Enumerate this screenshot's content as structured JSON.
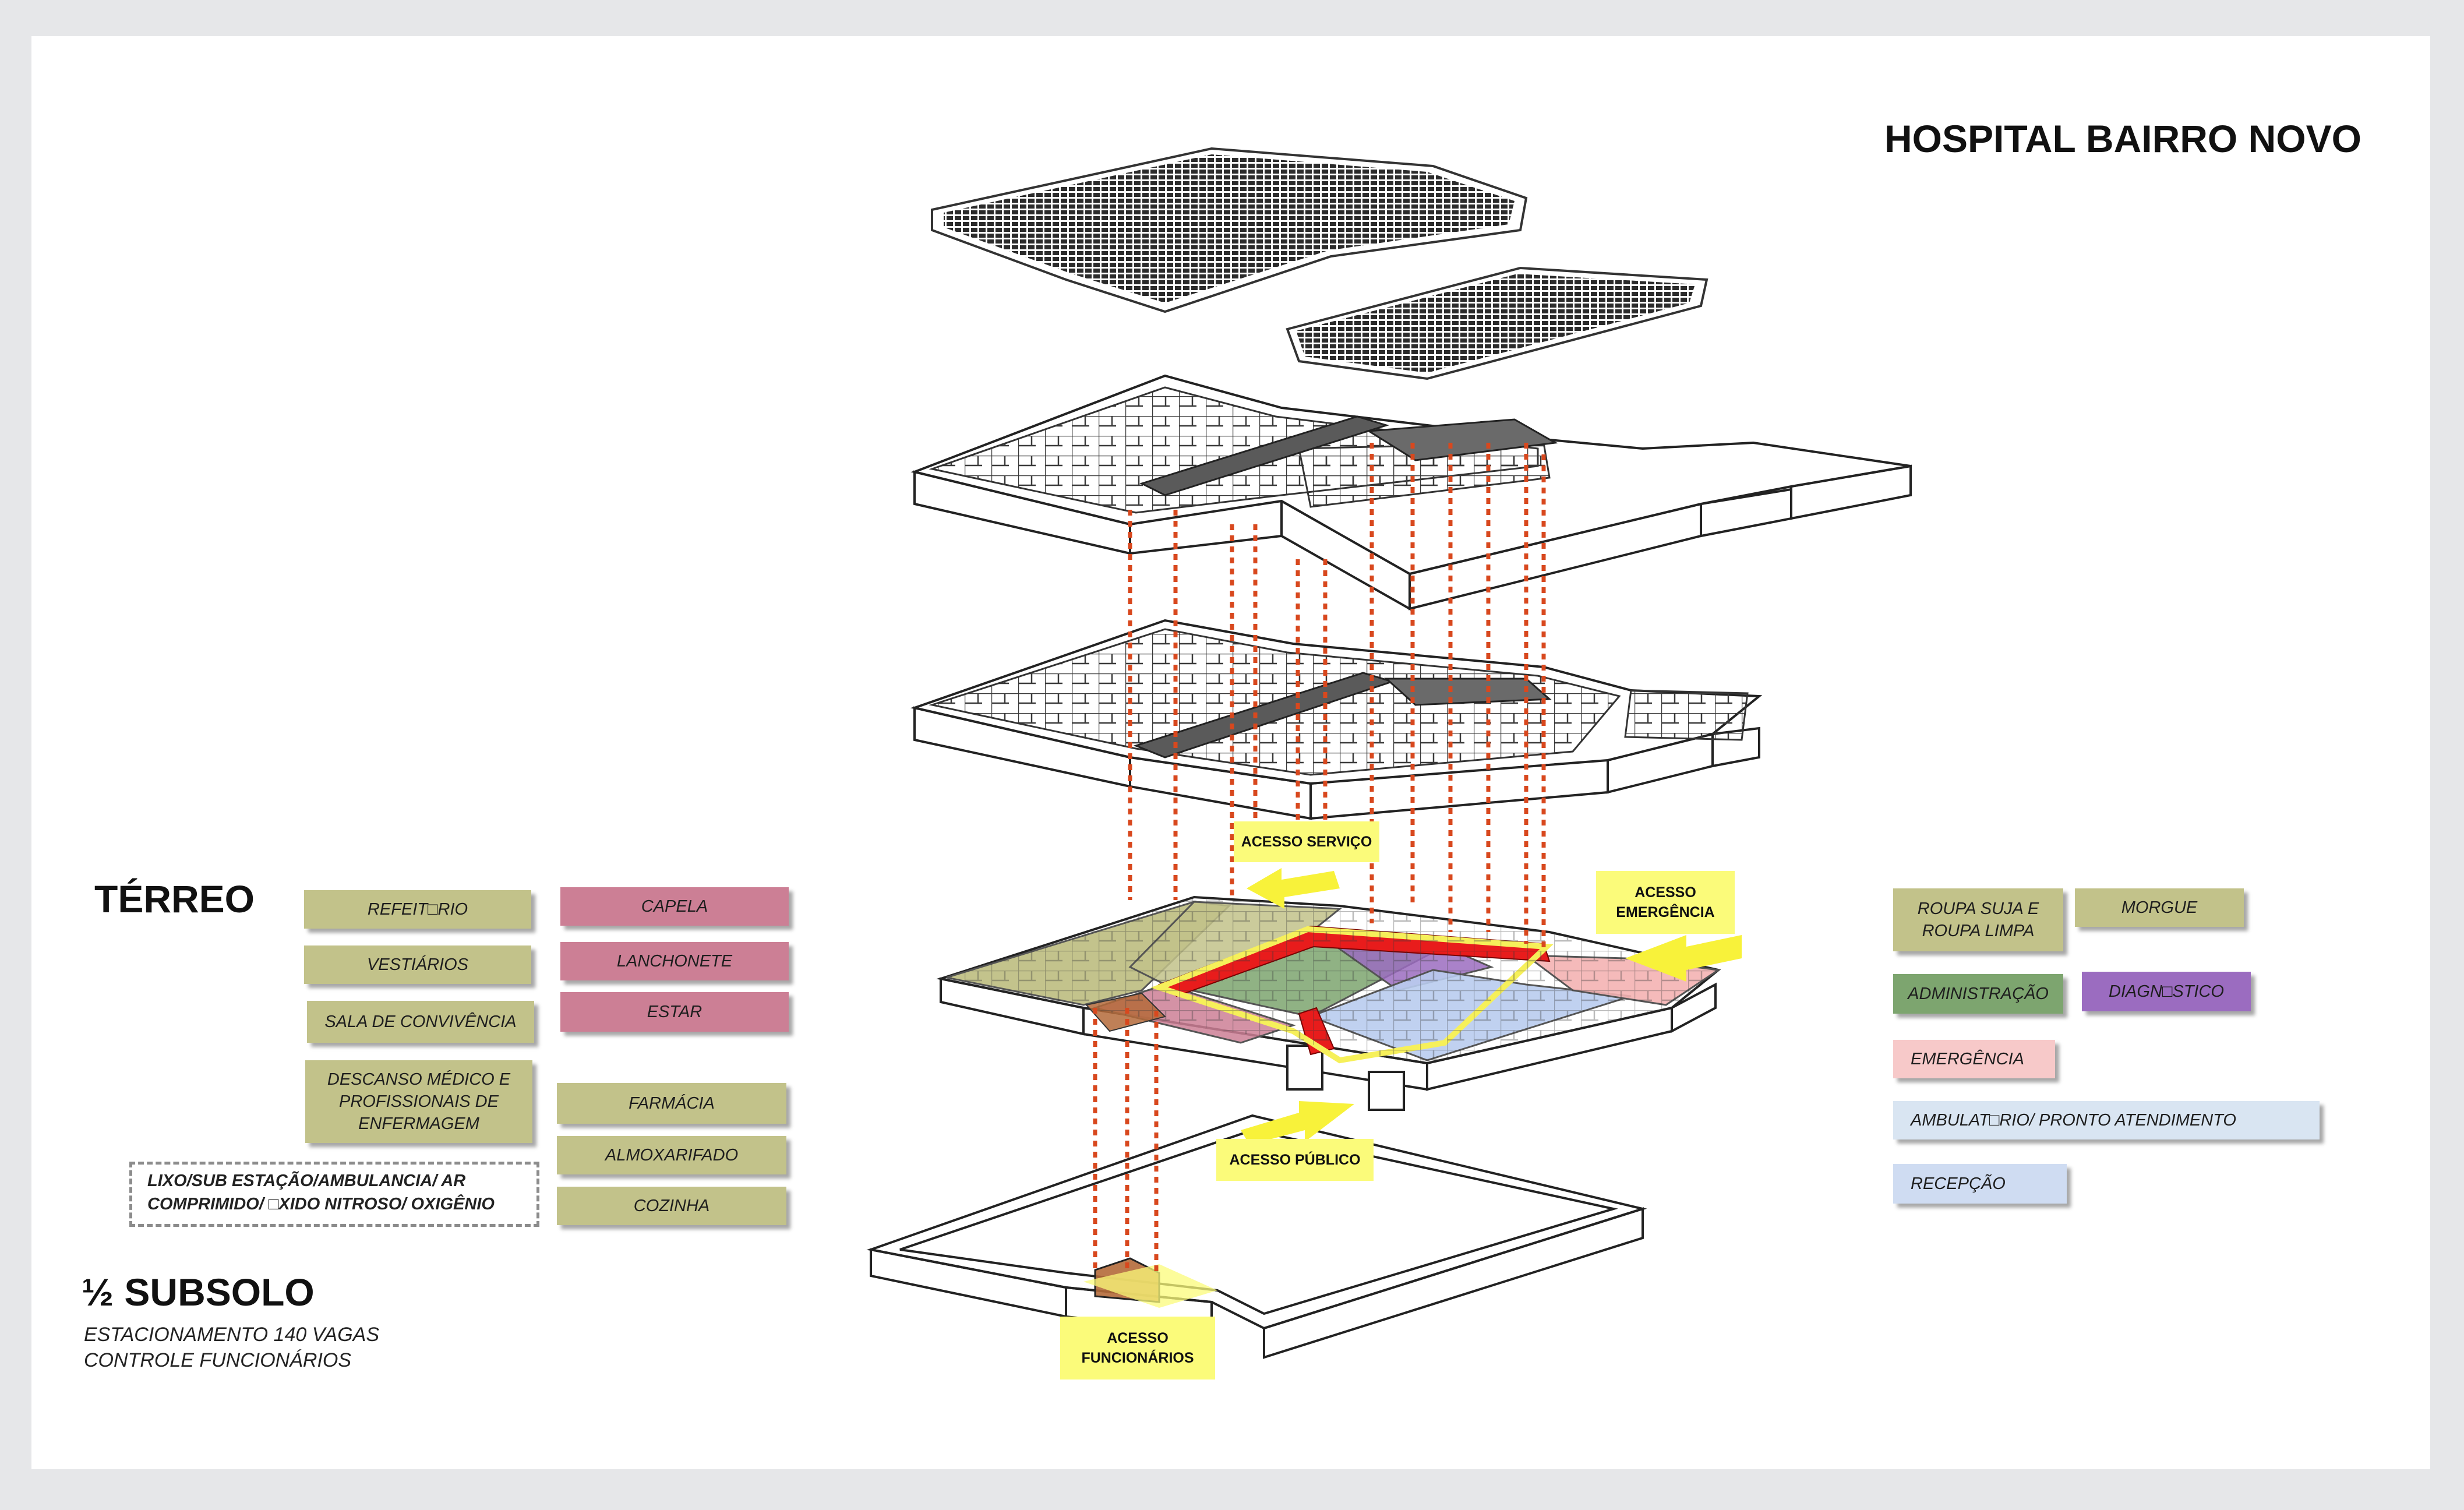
{
  "title": "HOSPITAL BAIRRO NOVO",
  "floors": {
    "terreo": "TÉRREO",
    "subsolo": {
      "name": "½ SUBSOLO",
      "lines": [
        "ESTACIONAMENTO 140 VAGAS",
        "CONTROLE FUNCIONÁRIOS"
      ]
    }
  },
  "colors": {
    "olive": "#c2c28a",
    "pink": "#cc7f95",
    "green": "#7da56f",
    "purple": "#9b6cc0",
    "salmon": "#f7c9c9",
    "light_blue": "#d9e5f2",
    "blue": "#cfdcf2",
    "access_yellow": "#fbfb7a",
    "circulation_red": "#e81c1c",
    "vertical_link": "#d8481e"
  },
  "legend_left": {
    "column1": [
      "REFEIT□RIO",
      "VESTIÁRIOS",
      "SALA DE CONVIVÊNCIA",
      "DESCANSO MÉDICO E PROFISSIONAIS DE ENFERMAGEM"
    ],
    "column2_pink": [
      "CAPELA",
      "LANCHONETE",
      "ESTAR"
    ],
    "column2_olive": [
      "FARMÁCIA",
      "ALMOXARIFADO",
      "COZINHA"
    ],
    "dashed": "LIXO/SUB ESTAÇÃO/AMBULANCIA/ AR COMPRIMIDO/ □XIDO NITROSO/ OXIGÊNIO"
  },
  "legend_right": {
    "roupa": "ROUPA SUJA E ROUPA LIMPA",
    "morgue": "MORGUE",
    "administracao": "ADMINISTRAÇÃO",
    "diagnostico": "DIAGN□STICO",
    "emergencia": "EMERGÊNCIA",
    "ambulatorio": "AMBULAT□RIO/ PRONTO ATENDIMENTO",
    "recepcao": "RECEPÇÃO"
  },
  "access_labels": {
    "servico": "ACESSO SERVIÇO",
    "emergencia": "ACESSO EMERGÊNCIA",
    "publico": "ACESSO PÚBLICO",
    "funcionarios": "ACESSO FUNCIONÁRIOS"
  }
}
